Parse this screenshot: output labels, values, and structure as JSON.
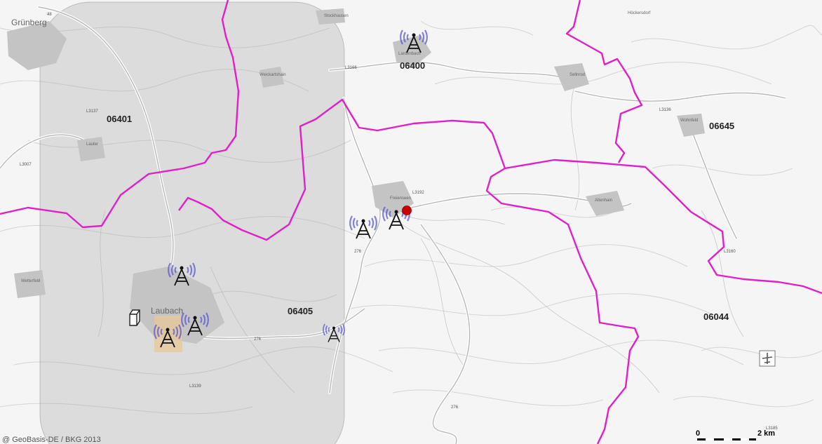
{
  "attribution": "@ GeoBasis-DE / BKG 2013",
  "towns": {
    "gruenberg": "Grünberg",
    "laubach": "Laubach",
    "freienseen": "Freienseen",
    "weickartshain": "Weickartshain",
    "stockhausen": "Stockhausen",
    "lardenbach": "Lardenbach",
    "sellnrod": "Sellnrod",
    "hoeckersdorf": "Höckersdorf",
    "wohnfeld": "Wohnfeld",
    "altenhain": "Altenhain",
    "lauter": "Lauter",
    "wetterfeld": "Wetterfeld"
  },
  "regions": {
    "r06401": "06401",
    "r06400": "06400",
    "r06645": "06645",
    "r06405": "06405",
    "r06044": "06044"
  },
  "roads": {
    "r48": "48",
    "r276a": "276",
    "r276b": "276",
    "r276c": "276",
    "l3137": "L3137",
    "l3007": "L3007",
    "l3166": "L3166",
    "l3139": "L3139",
    "l3136": "L3136",
    "l3160": "L3160",
    "l3185": "L3185",
    "l3192": "L3192"
  },
  "scale": {
    "start": "0",
    "end": "2 km"
  },
  "colors": {
    "boundary": "#e020c8",
    "coverage": "#b4b4b4",
    "tower_wave": "#5a5ad2",
    "site_dot": "#cc0000",
    "highlight": "#e8c89a"
  },
  "icons": {
    "tower": "radio-tower-icon",
    "building": "building-icon",
    "airport": "airport-icon",
    "site": "location-dot-icon"
  }
}
